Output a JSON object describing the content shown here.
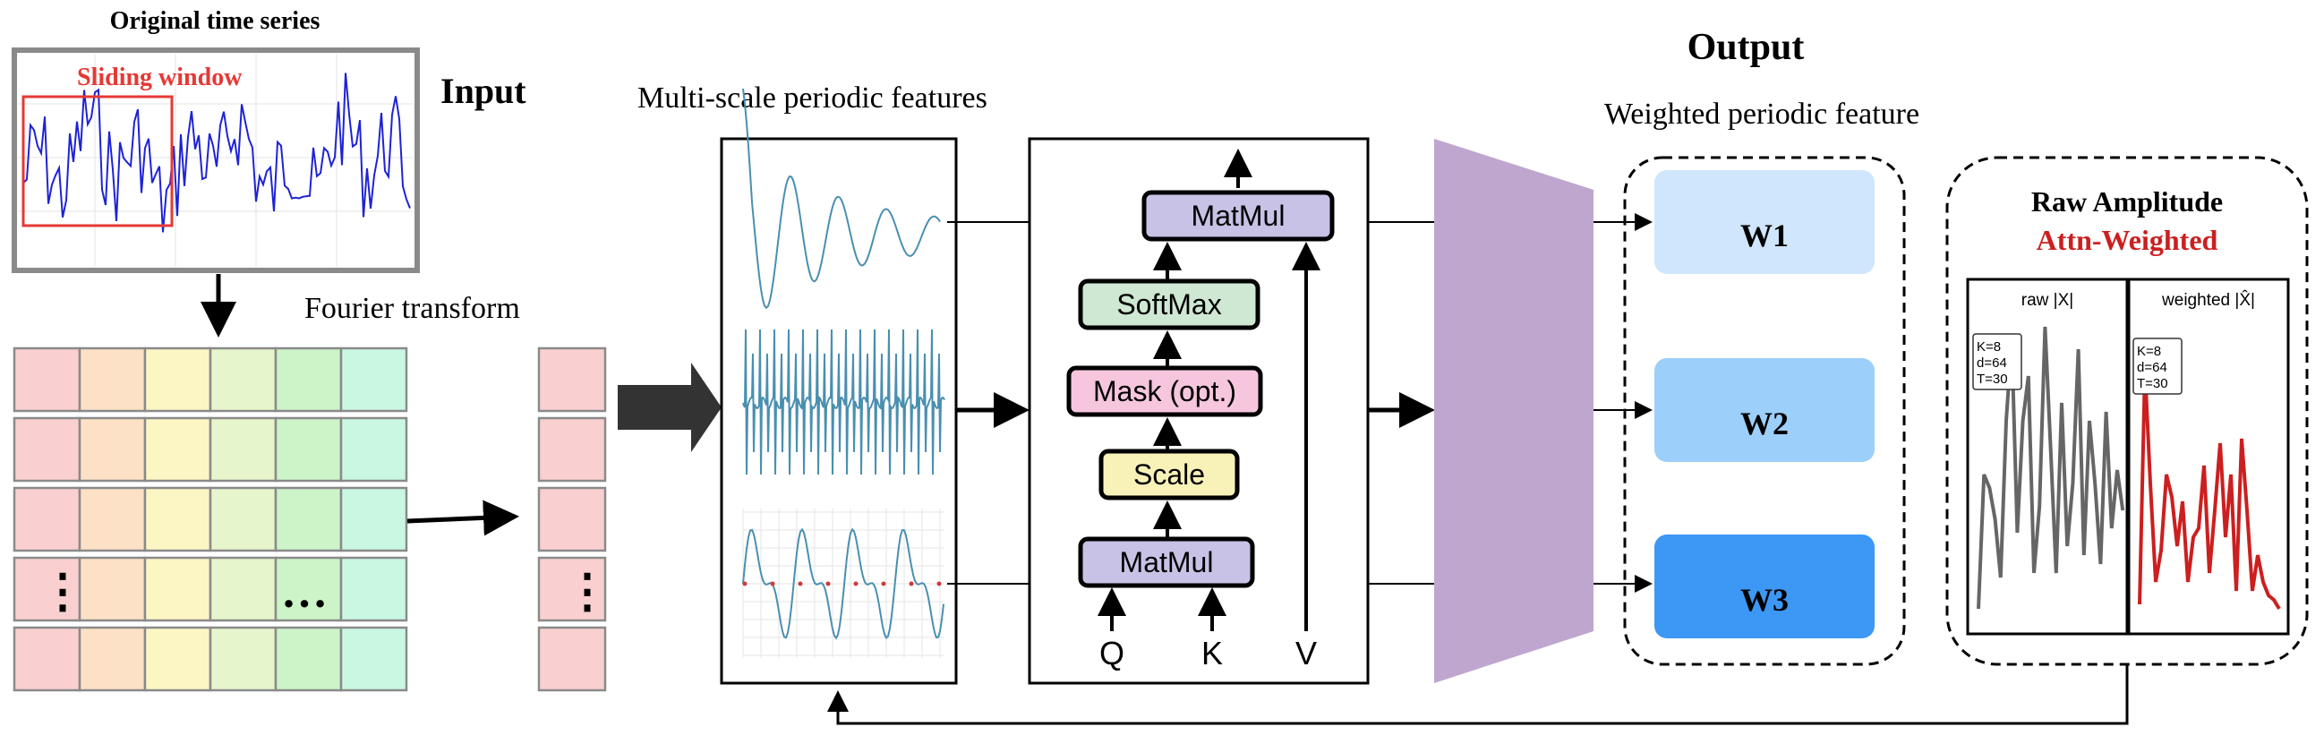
{
  "input_panel": {
    "original_series_title": "Original time series",
    "sliding_window_label": "Sliding window",
    "input_heading": "Input",
    "fourier_label": "Fourier transform",
    "vdots": "⋮",
    "hdots": "…"
  },
  "features": {
    "title": "Multi-scale periodic features"
  },
  "attention": {
    "matmul_top": "MatMul",
    "softmax": "SoftMax",
    "mask": "Mask (opt.)",
    "scale": "Scale",
    "matmul_bottom": "MatMul",
    "q": "Q",
    "k": "K",
    "v": "V"
  },
  "output": {
    "heading": "Output",
    "weighted_title": "Weighted periodic feature",
    "w1": "W1",
    "w2": "W2",
    "w3": "W3"
  },
  "amplitude": {
    "title_raw": "Raw Amplitude",
    "title_weighted": "Attn-Weighted",
    "left_plot_title": "raw |X|",
    "right_plot_title": "weighted |X̂|",
    "params_k": "K=8",
    "params_d": "d=64",
    "params_t": "T=30"
  },
  "colors": {
    "sliding_window": "#e53935",
    "series_line": "#1e23d6",
    "feature_line": "#4a8fb0",
    "matmul_fill": "#c8c2e6",
    "softmax_fill": "#cfe8d3",
    "mask_fill": "#f6c6de",
    "scale_fill": "#f8f2b8",
    "funnel_fill": "#bfa6cf",
    "w1_fill": "#cfe6fc",
    "w2_fill": "#9ccffa",
    "w3_fill": "#3d97f5",
    "raw_line": "#666666",
    "weighted_line": "#cc1f1f",
    "grid_col_1": "#f9cfcf",
    "grid_col_2": "#fce1c6",
    "grid_col_3": "#fbf6c3",
    "grid_col_4": "#e6f5cc",
    "grid_col_5": "#cdf3c8",
    "grid_col_6": "#c9f7e2"
  }
}
